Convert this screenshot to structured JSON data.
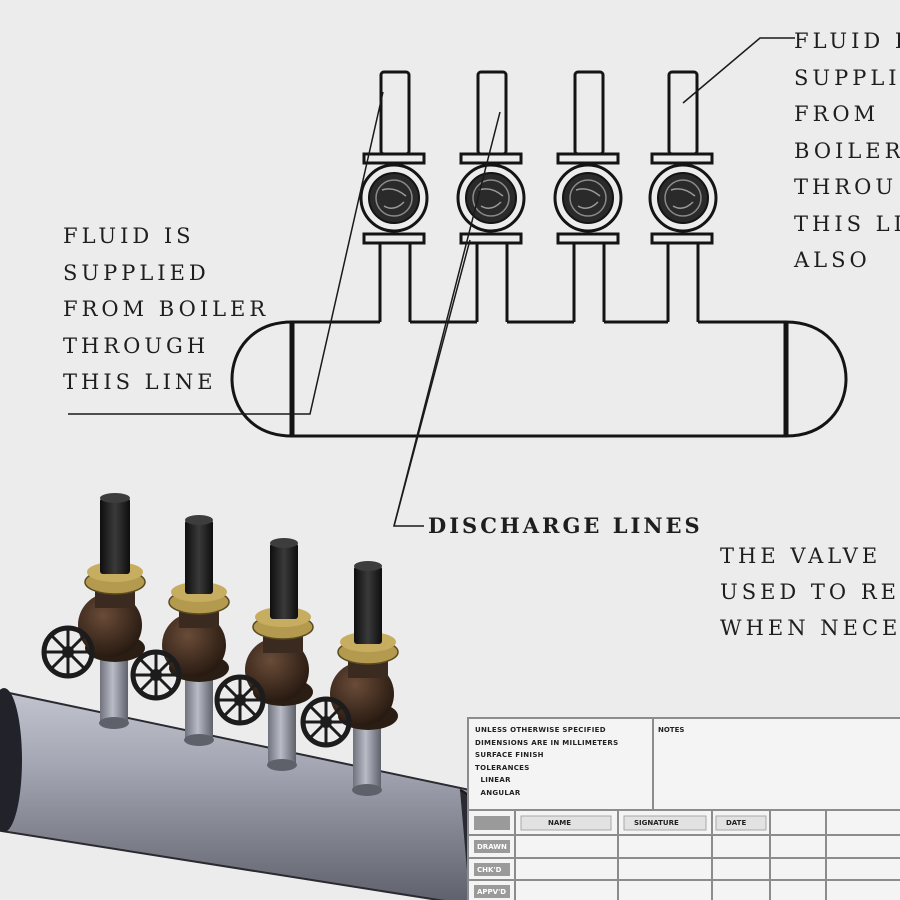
{
  "labels": {
    "left_supply": "FLUID IS\nSUPPLIED\nFROM BOILER\nTHROUGH\nTHIS LINE",
    "right_supply": "FLUID I\nSUPPLI\nFROM\nBOILER\nTHROU\nTHIS LI\nALSO",
    "discharge": "DISCHARGE LINES",
    "valves_note": "THE VALVE\nUSED TO RE\nWHEN NECE"
  },
  "title_block": {
    "notes_lines": "UNLESS OTHERWISE SPECIFIED\nDIMENSIONS ARE IN MILLIMETERS\nSURFACE FINISH\nTOLERANCES\n  LINEAR\n  ANGULAR",
    "notes_label": "NOTES",
    "col_name": "NAME",
    "col_signature": "SIGNATURE",
    "col_date": "DATE",
    "row_labels": [
      "DRAWN",
      "CHK'D",
      "APPV'D"
    ]
  },
  "colors": {
    "line": "#141414",
    "paper": "#ececec",
    "vessel_body": "#9ea0ad",
    "valve_body": "#3a2a20",
    "brass_flange": "#b49a4e",
    "handle": "#1c1c1c"
  }
}
